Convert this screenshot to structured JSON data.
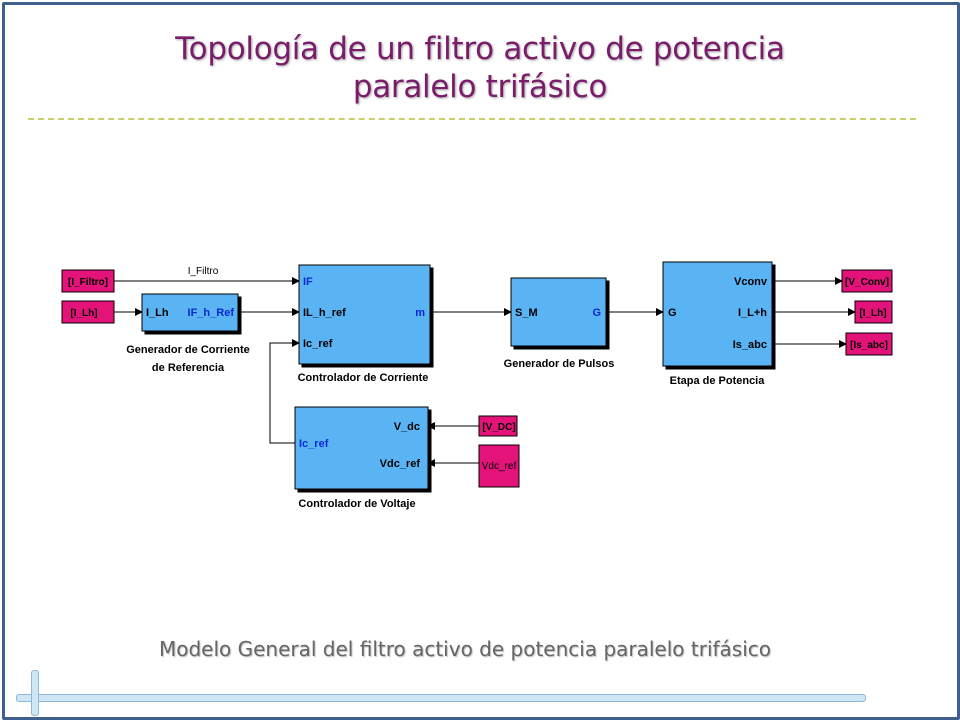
{
  "slide": {
    "title_line1": "Topología de un filtro activo de potencia",
    "title_line2": "paralelo trifásico",
    "caption": "Modelo General del  filtro activo de potencia paralelo trifásico"
  },
  "colors": {
    "title": "#7a1c6a",
    "block_fill": "#5ab4f4",
    "tag_fill": "#e3137a",
    "frame": "#3f5f8f"
  },
  "diagram": {
    "tags": {
      "i_filtro_from": "[I_Filtro]",
      "i_lh_from": "[I_Lh]",
      "v_dc_from": "[V_DC]",
      "vdc_ref_const": "Vdc_ref",
      "v_conv_goto": "[V_Conv]",
      "i_lh_goto": "[I_Lh]",
      "is_abc_goto": "[Is_abc]"
    },
    "signal_label": "I_Filtro",
    "gen_ref": {
      "in": "I_Lh",
      "out": "IF_h_Ref",
      "label_line1": "Generador de Corriente",
      "label_line2": "de Referencia"
    },
    "ctrl_corr": {
      "in1": "IF",
      "in2": "IL_h_ref",
      "in3": "Ic_ref",
      "out": "m",
      "label": "Controlador de Corriente"
    },
    "gen_pulsos": {
      "in": "S_M",
      "out": "G",
      "label": "Generador de Pulsos"
    },
    "etapa": {
      "in": "G",
      "out1": "Vconv",
      "out2": "I_L+h",
      "out3": "Is_abc",
      "label": "Etapa de Potencia"
    },
    "ctrl_volt": {
      "in1": "V_dc",
      "in2": "Vdc_ref",
      "out": "Ic_ref",
      "label": "Controlador de Voltaje"
    }
  }
}
